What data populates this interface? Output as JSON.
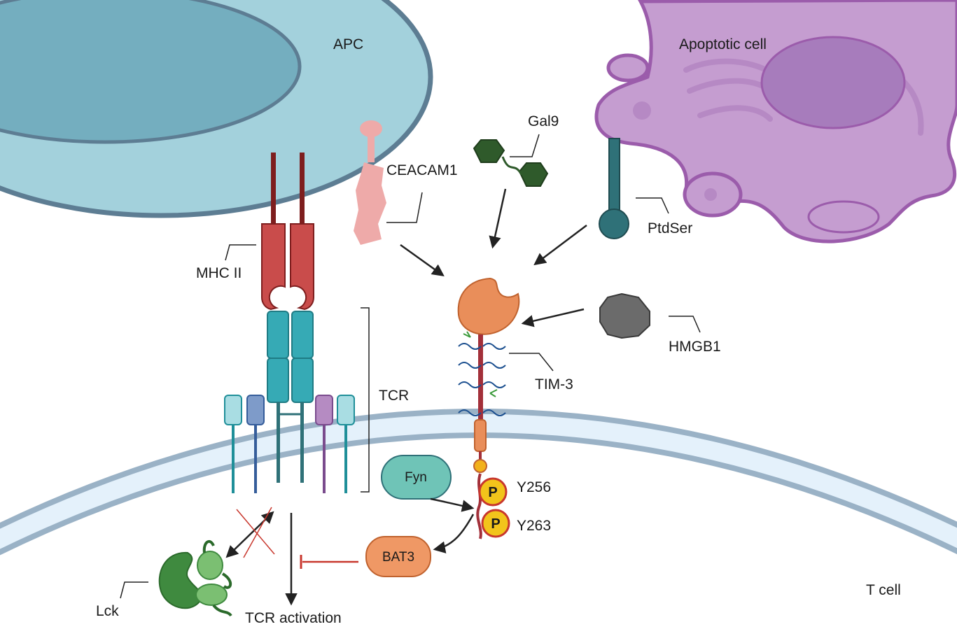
{
  "cells": {
    "apc": "APC",
    "apoptotic": "Apoptotic cell",
    "tcell": "T cell"
  },
  "labels": {
    "mhc": "MHC II",
    "tcr": "TCR",
    "ceacam1": "CEACAM1",
    "gal9": "Gal9",
    "ptdser": "PtdSer",
    "hmgb1": "HMGB1",
    "tim3": "TIM-3",
    "fyn": "Fyn",
    "bat3": "BAT3",
    "y256": "Y256",
    "y263": "Y263",
    "p": "P",
    "lck": "Lck",
    "tcr_activation": "TCR activation"
  },
  "colors": {
    "apc_fill": "#a3d1dc",
    "apc_nucleus": "#74aebf",
    "apc_border": "#5d7d93",
    "apoptotic_fill": "#c59dd0",
    "apoptotic_border": "#9b5cab",
    "apoptotic_nucleus": "#a77cbc",
    "membrane_fill": "#e4f1fb",
    "membrane_border": "#9ab2c6",
    "mhc_red": "#c94c4b",
    "mhc_dark": "#7e1e1e",
    "tcr_teal": "#36aab5",
    "ceacam_pink": "#eeaaa9",
    "gal9_green": "#2f5a2b",
    "ptdser_teal": "#2f7178",
    "hmgb1_grey": "#6b6b6b",
    "tim3_orange": "#e98e5a",
    "tim3_stalk": "#a3303a",
    "fyn_fill": "#6fc4b7",
    "bat3_fill": "#ef9865",
    "phospho_yellow": "#f2c41b",
    "lck_dark": "#3f8a3f",
    "lck_light": "#7bbf72",
    "inhibit_red": "#c8372d"
  }
}
